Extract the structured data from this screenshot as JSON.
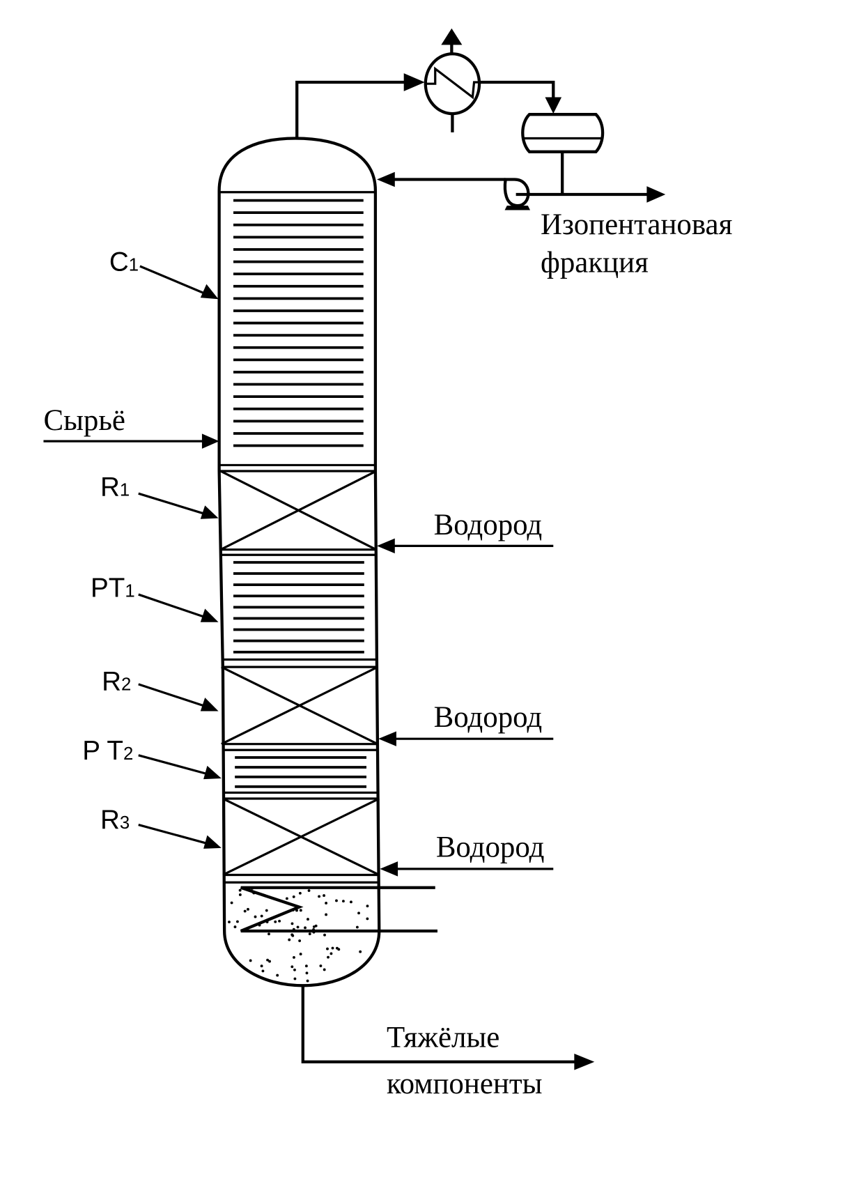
{
  "labels": {
    "c1": {
      "main": "C",
      "sub": "1"
    },
    "r1": {
      "main": "R",
      "sub": "1"
    },
    "pt1": {
      "main": "PT",
      "sub": "1"
    },
    "r2": {
      "main": "R",
      "sub": "2"
    },
    "pt2": {
      "main": "P T",
      "sub": "2"
    },
    "r3": {
      "main": "R",
      "sub": "3"
    }
  },
  "streams": {
    "feed": "Сырьё",
    "hydrogen_1": "Водород",
    "hydrogen_2": "Водород",
    "hydrogen_3": "Водород",
    "isopentane_line1": "Изопентановая",
    "isopentane_line2": "фракция",
    "heavy_line1": "Тяжёлые",
    "heavy_line2": "компоненты"
  },
  "colors": {
    "stroke": "#000000",
    "background": "#ffffff"
  }
}
